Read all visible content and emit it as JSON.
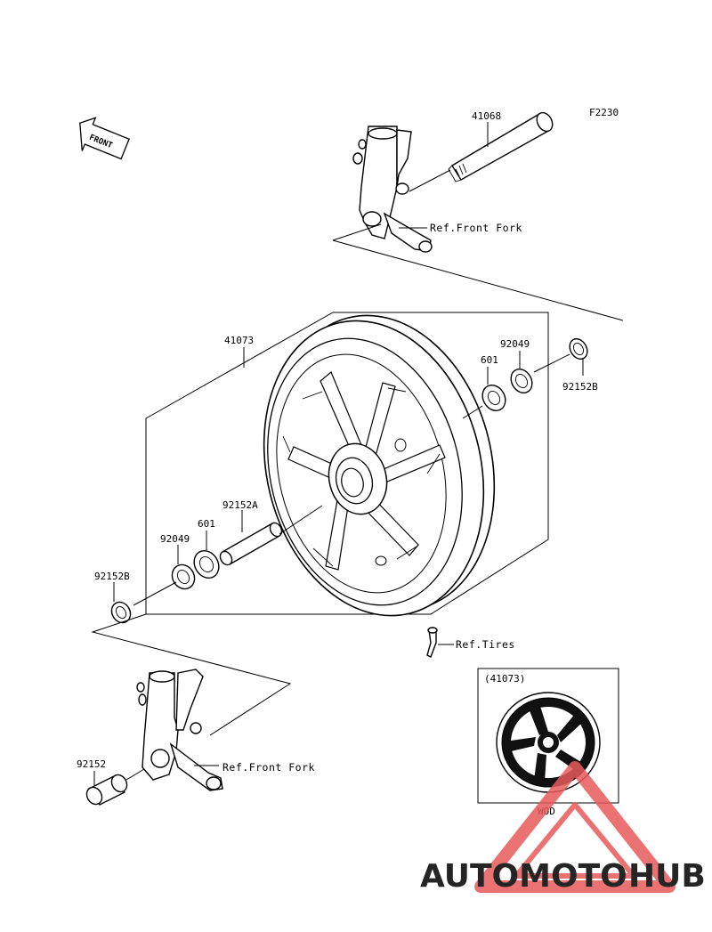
{
  "figure_code": "F2230",
  "front_label": "FRONT",
  "parts": {
    "axle": "41068",
    "wheel": "41073",
    "spacer": "92152A",
    "collar_left": "92152B",
    "collar_right": "92152B",
    "collar_lower": "92152",
    "seal_left": "92049",
    "seal_right": "92049",
    "bearing_left": "601",
    "bearing_right": "601"
  },
  "refs": {
    "front_fork_upper": "Ref.Front Fork",
    "front_fork_lower": "Ref.Front Fork",
    "tires": "Ref.Tires"
  },
  "inset": {
    "title": "(41073)",
    "caption": "WOD"
  },
  "watermark": {
    "part1": "AUTOMOTO",
    "part2": "HUB",
    "color1": "#f0a030",
    "color2": "#6b6b6b",
    "triangle_color": "#e85a5a"
  }
}
